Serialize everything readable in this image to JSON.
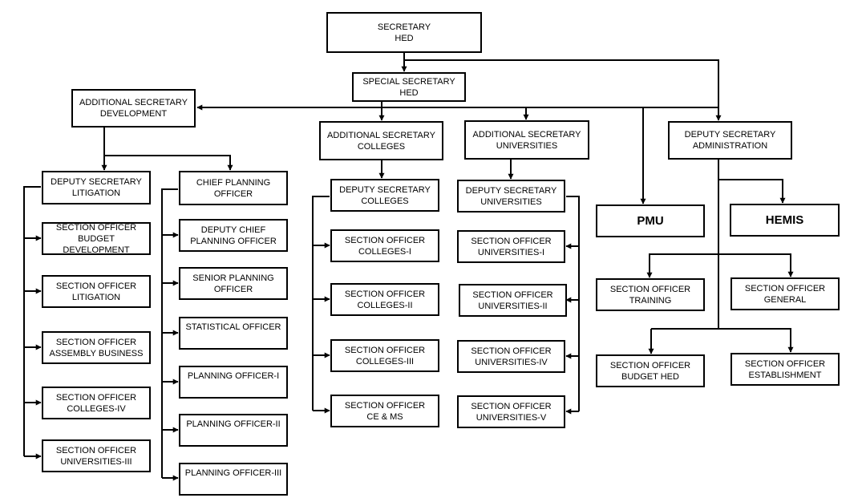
{
  "line_color": "#000000",
  "nodes": {
    "secretary_hed": "SECRETARY\nHED",
    "special_secretary_hed": "SPECIAL SECRETARY HED",
    "addl_sec_development": "ADDITIONAL SECRETARY\nDEVELOPMENT",
    "addl_sec_colleges": "ADDITIONAL SECRETARY\nCOLLEGES",
    "addl_sec_universities": "ADDITIONAL SECRETARY\nUNIVERSITIES",
    "deputy_sec_administration": "DEPUTY SECRETARY\nADMINISTRATION",
    "deputy_sec_litigation": "DEPUTY SECRETARY\nLITIGATION",
    "chief_planning_officer": "CHIEF PLANNING\nOFFICER",
    "deputy_sec_colleges": "DEPUTY SECRETARY\nCOLLEGES",
    "deputy_sec_universities": "DEPUTY SECRETARY\nUNIVERSITIES",
    "pmu": "PMU",
    "hemis": "HEMIS",
    "so_budget_development": "SECTION OFFICER\nBUDGET DEVELOPMENT",
    "so_litigation": "SECTION OFFICER\nLITIGATION",
    "so_assembly_business": "SECTION OFFICER\nASSEMBLY BUSINESS",
    "so_colleges_iv": "SECTION OFFICER\nCOLLEGES-IV",
    "so_universities_iii": "SECTION OFFICER\nUNIVERSITIES-III",
    "deputy_chief_planning_officer": "DEPUTY CHIEF\nPLANNING OFFICER",
    "senior_planning_officer": "SENIOR PLANNING\nOFFICER",
    "statistical_officer": "STATISTICAL OFFICER",
    "planning_officer_i": "PLANNING OFFICER-I",
    "planning_officer_ii": "PLANNING OFFICER-II",
    "planning_officer_iii": "PLANNING OFFICER-III",
    "so_colleges_i": "SECTION OFFICER\nCOLLEGES-I",
    "so_colleges_ii": "SECTION OFFICER\nCOLLEGES-II",
    "so_colleges_iii": "SECTION OFFICER\nCOLLEGES-III",
    "so_ce_ms": "SECTION OFFICER\nCE & MS",
    "so_universities_i": "SECTION OFFICER\nUNIVERSITIES-I",
    "so_universities_ii": "SECTION OFFICER\nUNIVERSITIES-II",
    "so_universities_iv": "SECTION OFFICER\nUNIVERSITIES-IV",
    "so_universities_v": "SECTION OFFICER\nUNIVERSITIES-V",
    "so_training": "SECTION OFFICER\nTRAINING",
    "so_general": "SECTION OFFICER\nGENERAL",
    "so_budget_hed": "SECTION OFFICER\nBUDGET HED",
    "so_establishment": "SECTION OFFICER\nESTABLISHMENT"
  }
}
